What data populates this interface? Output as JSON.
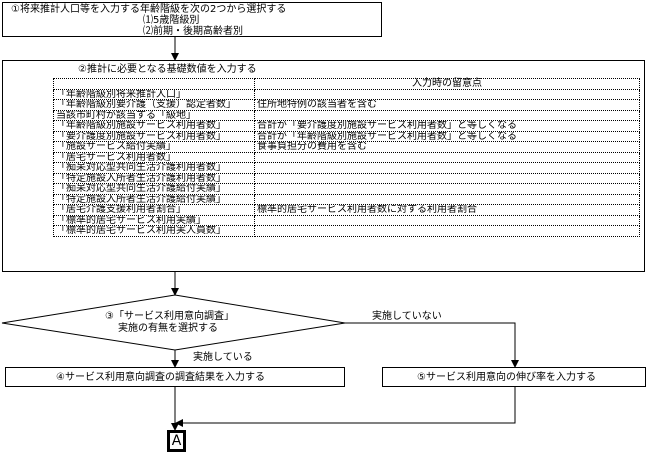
{
  "step1": {
    "title": "①将来推計人口等を入力する年齢階級を次の2つから選択する",
    "options": [
      "⑴5歳階級別",
      "⑵前期・後期高齢者別"
    ]
  },
  "step2": {
    "title": "②推計に必要となる基礎数値を入力する",
    "table": {
      "headers": [
        "",
        "入力時の留意点"
      ],
      "rows": [
        [
          "「年齢階級別将来推計人口」",
          ""
        ],
        [
          "「年齢階級別要介護（支援）認定者数」",
          "住所地特例の該当者を含む"
        ],
        [
          "当該市町村が該当する「級地」",
          ""
        ],
        [
          "「年齢階級別施設サービス利用者数」",
          "合計が「要介護度別施設サービス利用者数」と等しくなる"
        ],
        [
          "「要介護度別施設サービス利用者数」",
          "合計が「年齢階級別施設サービス利用者数」と等しくなる"
        ],
        [
          "「施設サービス給付実績」",
          "食事負担分の費用を含む"
        ],
        [
          "「居宅サービス利用者数」",
          ""
        ],
        [
          "「痴呆対応型共同生活介護利用者数」",
          ""
        ],
        [
          "「特定施設入所者生活介護利用者数」",
          ""
        ],
        [
          "「痴呆対応型共同生活介護給付実績」",
          ""
        ],
        [
          "「特定施設入所者生活介護給付実績」",
          ""
        ],
        [
          "「居宅介護支援利用者割合」",
          "標準的居宅サービス利用者数に対する利用者割合"
        ],
        [
          "「標準的居宅サービス利用実績」",
          ""
        ],
        [
          "「標準的居宅サービス利用実人員数」",
          ""
        ]
      ]
    }
  },
  "step3": {
    "line1": "③「サービス利用意向調査」",
    "line2": "実施の有無を選択する"
  },
  "branch_yes": "実施している",
  "branch_no": "実施していない",
  "step4": "④サービス利用意向調査の調査結果を入力する",
  "step5": "⑤サービス利用意向の伸び率を入力する",
  "connector": "A"
}
